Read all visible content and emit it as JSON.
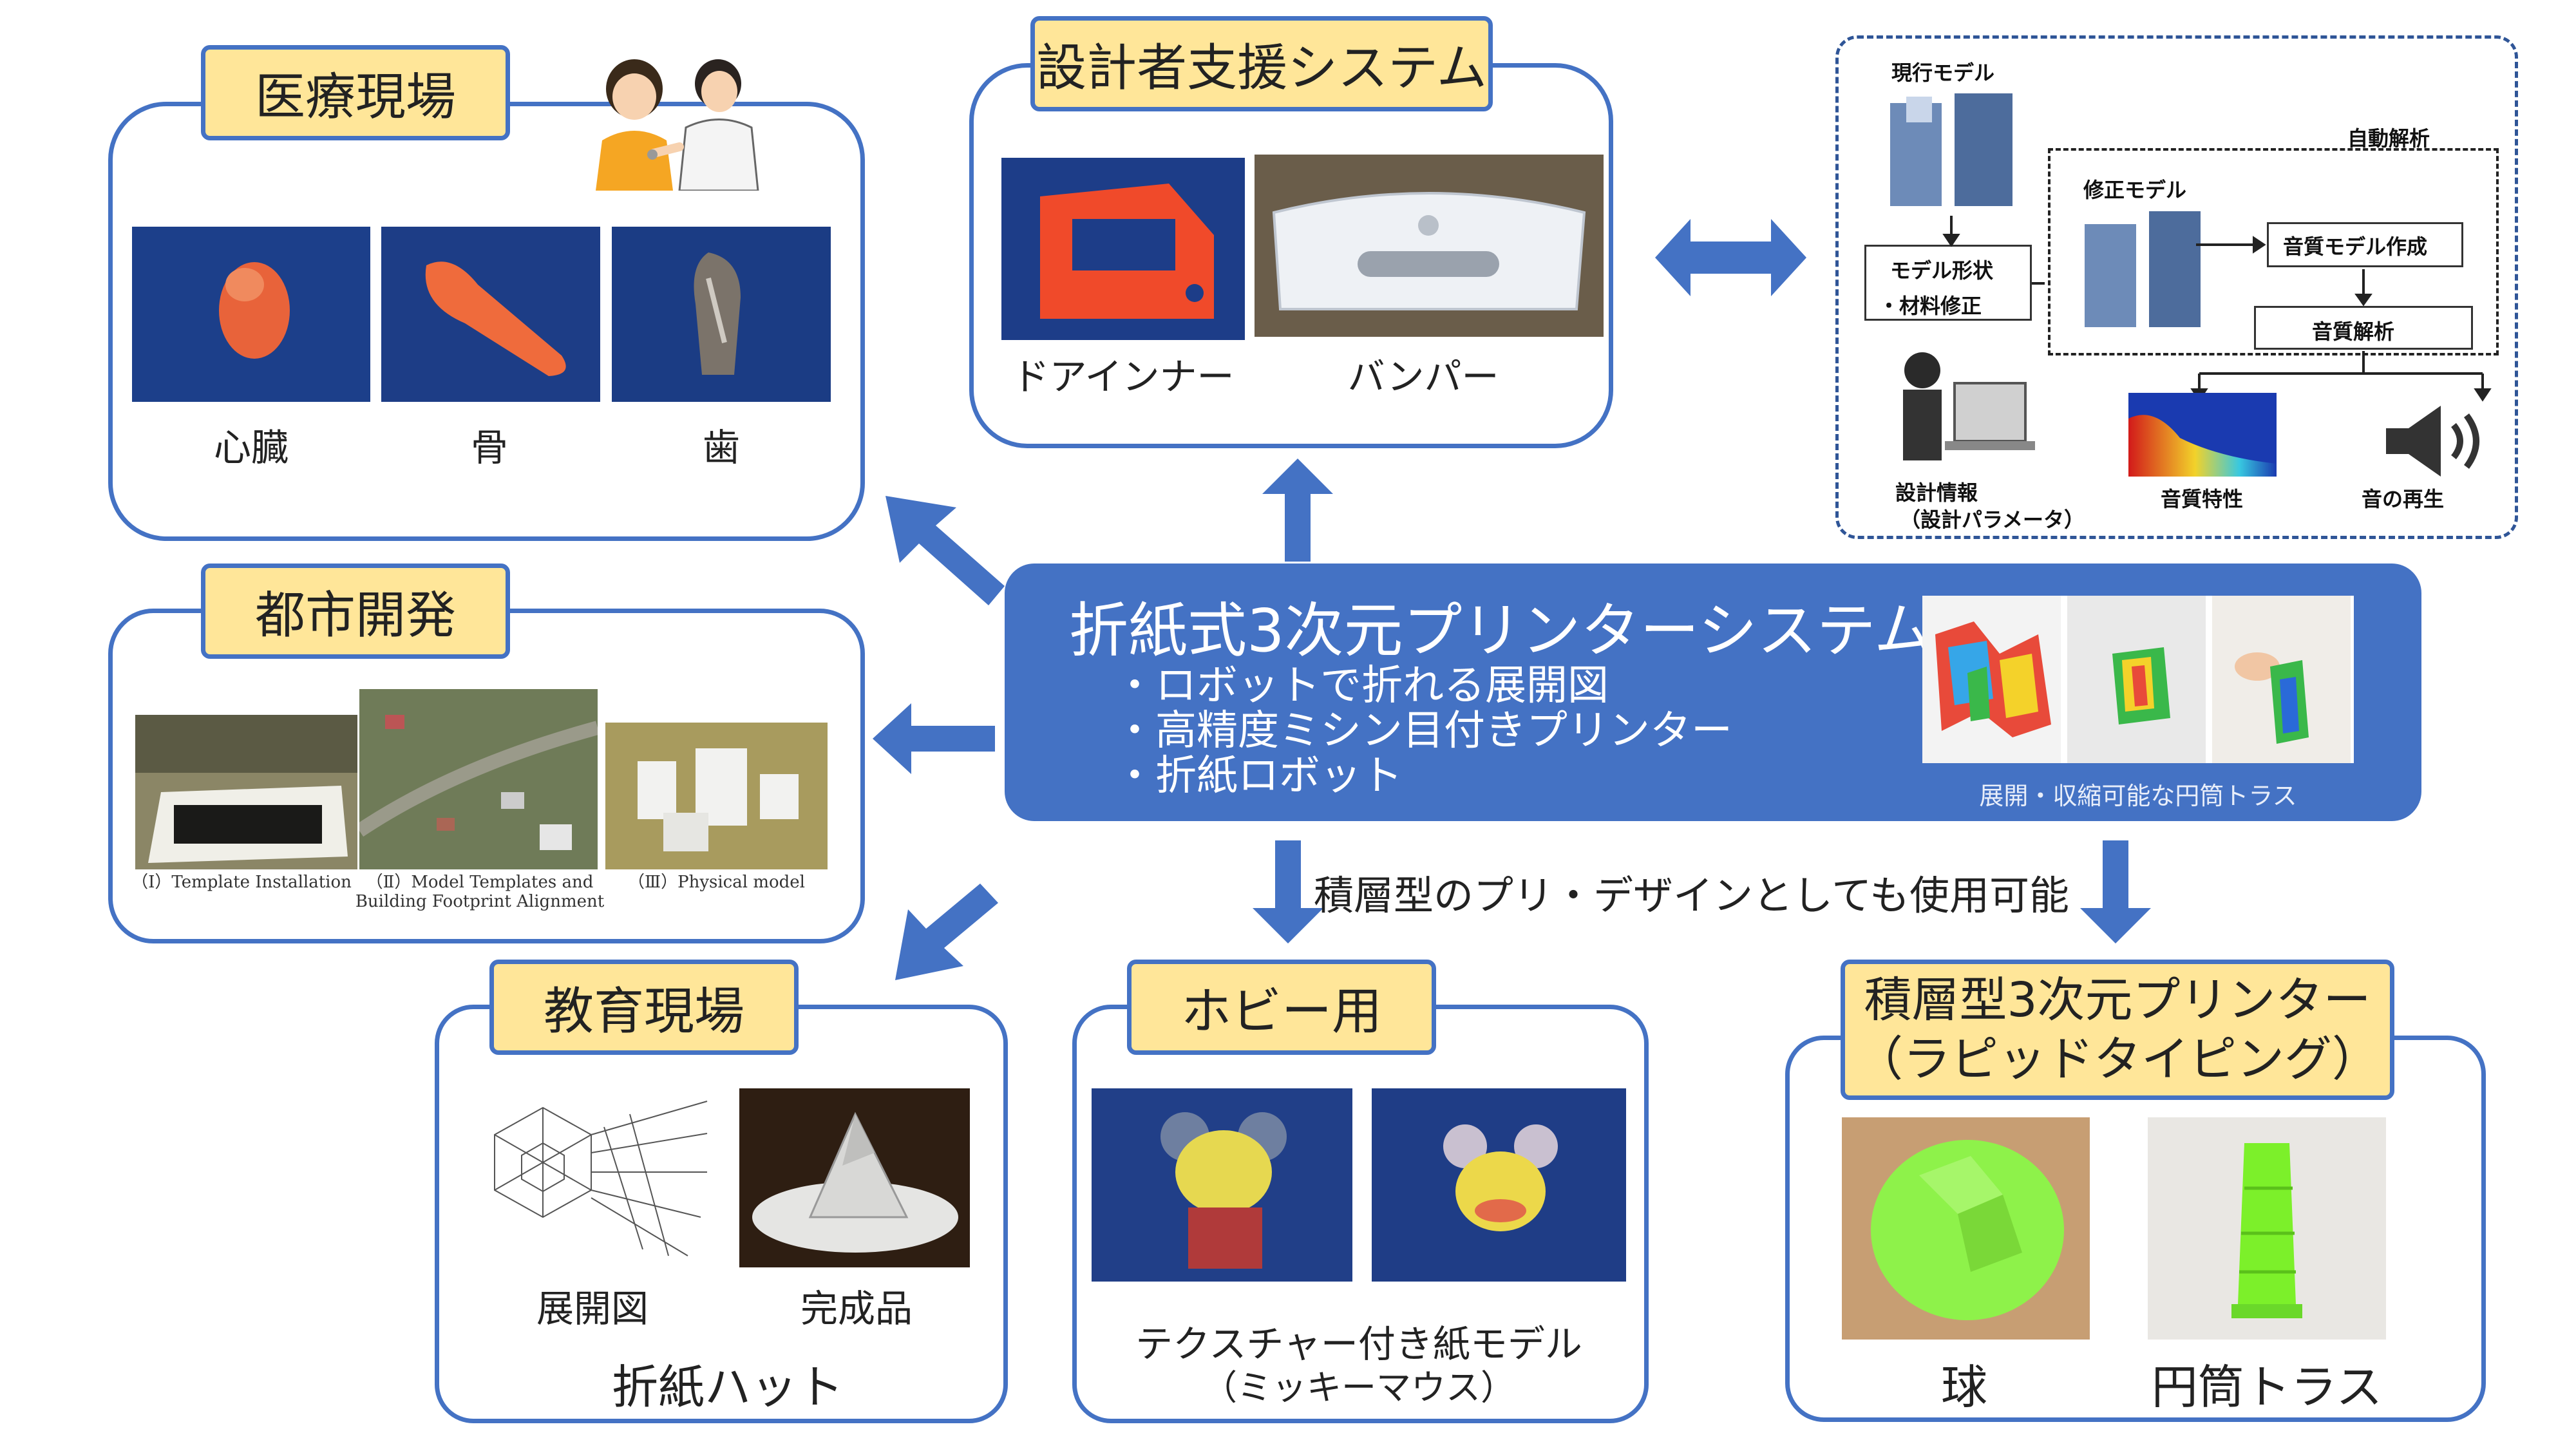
{
  "center": {
    "title": "折紙式3次元プリンターシステム",
    "bullets": [
      "・ロボットで折れる展開図",
      "・高精度ミシン目付きプリンター",
      "・折紙ロボット"
    ],
    "photo_caption": "展開・収縮可能な円筒トラス"
  },
  "medical": {
    "title": "医療現場",
    "captions": [
      "心臓",
      "骨",
      "歯"
    ]
  },
  "designer": {
    "title": "設計者支援システム",
    "captions": [
      "ドアインナー",
      "バンパー"
    ]
  },
  "urban": {
    "title": "都市開発",
    "captions": [
      "（Ⅰ）Template Installation",
      "（Ⅱ）Model Templates and Building Footprint Alignment",
      "（Ⅲ）Physical model"
    ]
  },
  "education": {
    "title": "教育現場",
    "captions": [
      "展開図",
      "完成品"
    ],
    "subtitle": "折紙ハット"
  },
  "hobby": {
    "title": "ホビー用",
    "caption_line1": "テクスチャー付き紙モデル",
    "caption_line2": "（ミッキーマウス）"
  },
  "rapid": {
    "title_line1": "積層型3次元プリンター",
    "title_line2": "（ラピッドタイピング）",
    "captions": [
      "球",
      "円筒トラス"
    ]
  },
  "middle_label": "積層型のプリ・デザインとしても使用可能",
  "design_flow": {
    "current_model": "現行モデル",
    "auto_analysis": "自動解析",
    "modified_model": "修正モデル",
    "shape_fix_line1": "モデル形状",
    "shape_fix_line2": "・材料修正",
    "sound_model": "音質モデル作成",
    "sound_analysis": "音質解析",
    "design_info_line1": "設計情報",
    "design_info_line2": "（設計パラメータ）",
    "sound_property": "音質特性",
    "sound_playback": "音の再生"
  },
  "colors": {
    "accent": "#4472c4",
    "tag_fill": "#ffe699"
  }
}
